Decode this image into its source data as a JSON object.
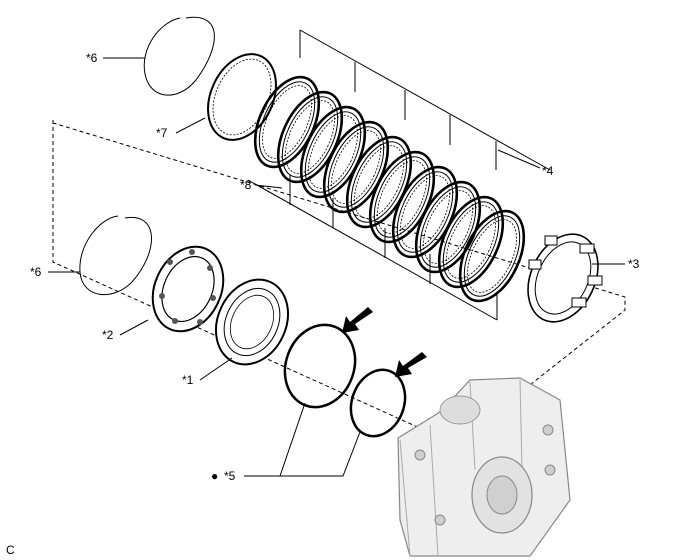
{
  "labels": {
    "l1": "*1",
    "l2": "*2",
    "l3": "*3",
    "l4": "*4",
    "l5": "*5",
    "l6a": "*6",
    "l6b": "*6",
    "l7": "*7",
    "l8": "*8",
    "corner": "C",
    "bullet": "●"
  },
  "icons": {
    "arrow": "arrow-icon"
  }
}
